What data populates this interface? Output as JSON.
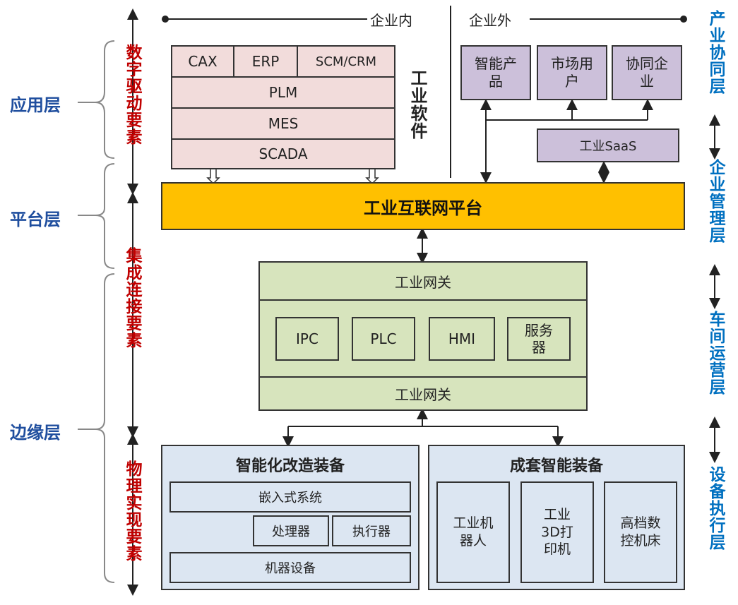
{
  "layers": {
    "application": "应用层",
    "platform": "平台层",
    "edge": "边缘层"
  },
  "elements": {
    "digital_driven": "数字驱动要素",
    "integration": "集成连接要素",
    "physical": "物理实现要素"
  },
  "right_layers": {
    "industry": "产业协同层",
    "enterprise": "企业管理层",
    "workshop": "车间运营层",
    "device": "设备执行层"
  },
  "top": {
    "inside": "企业内",
    "outside": "企业外"
  },
  "software": {
    "side_label": "工业软件",
    "cax": "CAX",
    "erp": "ERP",
    "scm": "SCM/CRM",
    "plm": "PLM",
    "mes": "MES",
    "scada": "SCADA"
  },
  "external": {
    "smart_product": "智能产品",
    "market_user": "市场用户",
    "partner": "协同企业",
    "saas": "工业SaaS"
  },
  "platform": {
    "title": "工业互联网平台"
  },
  "gateway": {
    "top": "工业网关",
    "bottom": "工业网关",
    "ipc": "IPC",
    "plc": "PLC",
    "hmi": "HMI",
    "server": "服务器"
  },
  "retrofit": {
    "title": "智能化改造装备",
    "embedded": "嵌入式系统",
    "processor": "处理器",
    "actuator": "执行器",
    "machine": "机器设备"
  },
  "complete": {
    "title": "成套智能装备",
    "robot": "工业机器人",
    "printer": "工业3D打印机",
    "cnc": "高档数控机床"
  },
  "colors": {
    "platform_fill": "#ffc000",
    "pink": "#f2dcdb",
    "purple": "#ccc0da",
    "green": "#d7e4bd",
    "blue": "#dce6f2",
    "layer_label": "#1f4e9e",
    "element_label": "#c00000",
    "right_label": "#0070c0"
  }
}
